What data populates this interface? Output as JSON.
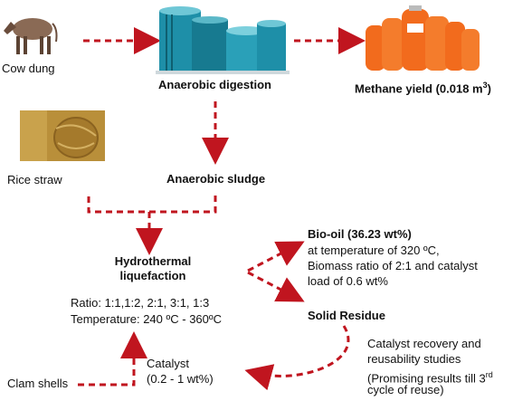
{
  "inputs": {
    "cow_dung": "Cow dung",
    "rice_straw": "Rice straw",
    "clam_shells": "Clam shells"
  },
  "processes": {
    "anaerobic_digestion": "Anaerobic digestion",
    "methane_yield_prefix": "Methane yield (0.018 m",
    "methane_yield_sup": "3",
    "methane_yield_suffix": ")",
    "anaerobic_sludge": "Anaerobic sludge",
    "htl_line1": "Hydrothermal",
    "htl_line2": "liquefaction",
    "ratio": "Ratio: 1:1,1:2, 2:1, 3:1, 1:3",
    "temperature": "Temperature: 240 ºC - 360ºC"
  },
  "outputs": {
    "bio_oil_title": "Bio-oil (36.23 wt%)",
    "bio_oil_line1": "at temperature of 320 ºC,",
    "bio_oil_line2": "Biomass ratio of 2:1 and catalyst",
    "bio_oil_line3": "load of 0.6 wt%",
    "solid_residue": "Solid Residue"
  },
  "catalyst": {
    "title": "Catalyst",
    "range": "(0.2 - 1 wt%)"
  },
  "recovery": {
    "line1": "Catalyst recovery and",
    "line2": "reusability studies",
    "line3_prefix": "(Promising results till 3",
    "line3_sup": "rd",
    "line4": "cycle of reuse)"
  },
  "colors": {
    "arrow": "#c0151f",
    "tank_blue": "#1e8fa8",
    "tank_light": "#6fc7d6",
    "cylinder_orange": "#f26b1d"
  }
}
